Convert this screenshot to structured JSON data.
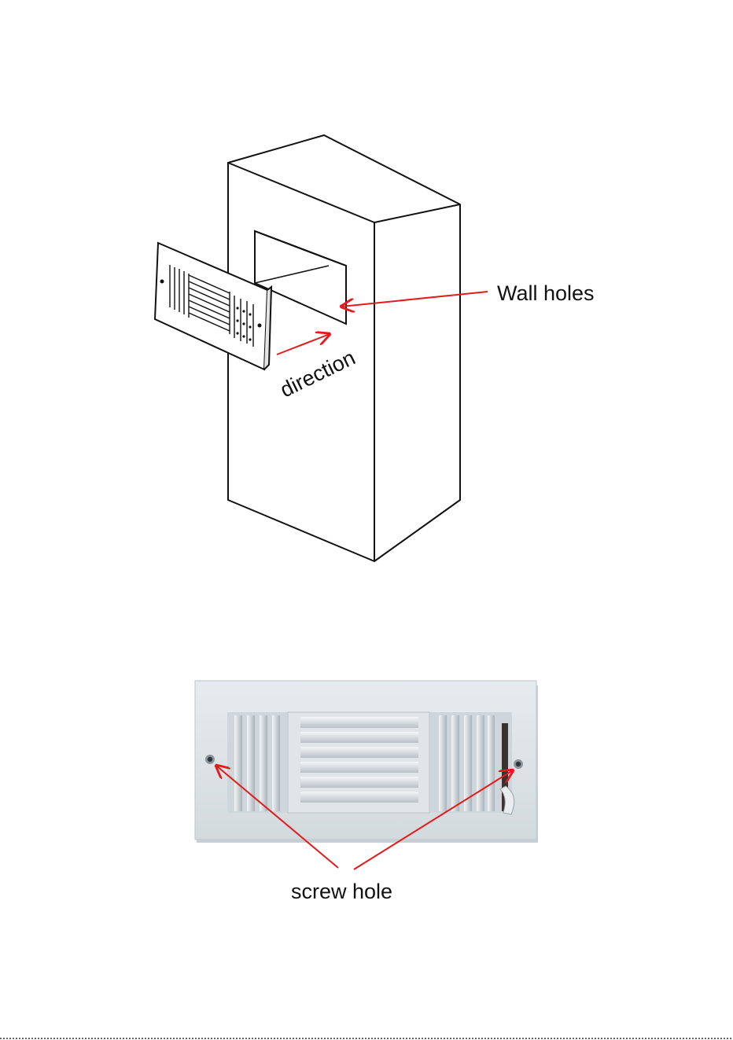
{
  "colors": {
    "line": "#111111",
    "arrow": "#e31b1b",
    "grille_face": "#dde3e8",
    "grille_shadow": "#aeb6bd",
    "background": "#ffffff"
  },
  "diagram_top": {
    "labels": {
      "wall_holes": "Wall holes",
      "direction": "direction"
    }
  },
  "diagram_bottom": {
    "labels": {
      "screw_hole": "screw hole"
    }
  },
  "icons": {
    "arrow": "arrow-icon",
    "screw": "screw-hole-icon"
  }
}
